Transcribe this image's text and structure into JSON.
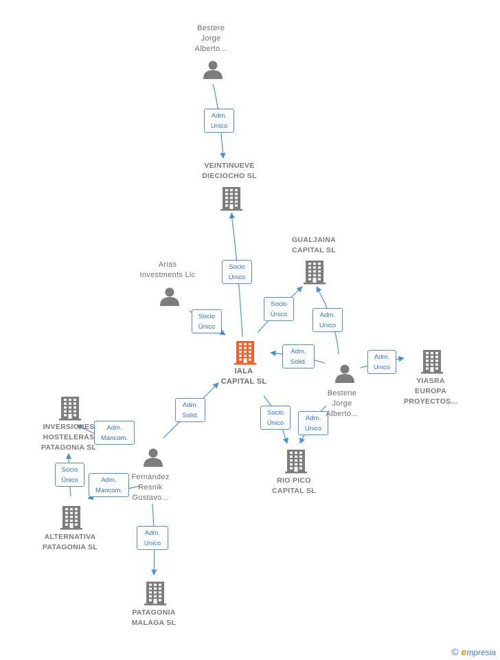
{
  "nodes": [
    {
      "id": "bestere",
      "kind": "person",
      "label": "Bestere\nJorge\nAlberto..."
    },
    {
      "id": "veintinueve",
      "kind": "company",
      "label": "VEINTINUEVE\nDIECIOCHO  SL"
    },
    {
      "id": "arias",
      "kind": "person",
      "label": "Arias\nInvestments Llc"
    },
    {
      "id": "gualjaina",
      "kind": "company",
      "label": "GUALJAINA\nCAPITAL  SL"
    },
    {
      "id": "iala",
      "kind": "company-main",
      "label": "IALA\nCAPITAL  SL"
    },
    {
      "id": "bestene",
      "kind": "person",
      "label": "Bestene\nJorge\nAlberto..."
    },
    {
      "id": "yiasra",
      "kind": "company",
      "label": "YIASRA\nEUROPA\nPROYECTOS..."
    },
    {
      "id": "inversiones",
      "kind": "company",
      "label": "INVERSIONES\nHOSTELERAS\nPATAGONIA  SL"
    },
    {
      "id": "fernandez",
      "kind": "person",
      "label": "Fernandez\nResnik\nGustavo..."
    },
    {
      "id": "riopico",
      "kind": "company",
      "label": "RIO PICO\nCAPITAL  SL"
    },
    {
      "id": "alternativa",
      "kind": "company",
      "label": "ALTERNATIVA\nPATAGONIA  SL"
    },
    {
      "id": "patagonia_malaga",
      "kind": "company",
      "label": "PATAGONIA\nMALAGA  SL"
    }
  ],
  "edges": [
    {
      "from": "bestere",
      "to": "veintinueve",
      "label": "Adm.\nUnico"
    },
    {
      "from": "iala",
      "to": "veintinueve",
      "label": "Socio\nÚnico"
    },
    {
      "from": "arias",
      "to": "iala",
      "label": "Socio\nÚnico"
    },
    {
      "from": "iala",
      "to": "gualjaina",
      "label": "Socio\nÚnico"
    },
    {
      "from": "bestene",
      "to": "gualjaina",
      "label": "Adm.\nUnico"
    },
    {
      "from": "bestene",
      "to": "iala",
      "label": "Adm.\nSolid."
    },
    {
      "from": "bestene",
      "to": "yiasra",
      "label": "Adm.\nUnico"
    },
    {
      "from": "iala",
      "to": "riopico",
      "label": "Socio\nÚnico"
    },
    {
      "from": "bestene",
      "to": "riopico",
      "label": "Adm.\nUnico"
    },
    {
      "from": "fernandez",
      "to": "iala",
      "label": "Adm.\nSolid."
    },
    {
      "from": "fernandez",
      "to": "inversiones",
      "label": "Adm.\nMancom."
    },
    {
      "from": "alternativa",
      "to": "inversiones",
      "label": "Socio\nÚnico"
    },
    {
      "from": "fernandez",
      "to": "alternativa",
      "label": "Adm.\nMancom."
    },
    {
      "from": "fernandez",
      "to": "patagonia_malaga",
      "label": "Adm.\nUnico"
    }
  ],
  "colors": {
    "edge": "#4a8fd8",
    "node": "#7d7d7d",
    "main": "#f2612a"
  },
  "brand": {
    "copyright": "©",
    "first_letter": "e",
    "rest": "mpresia"
  }
}
